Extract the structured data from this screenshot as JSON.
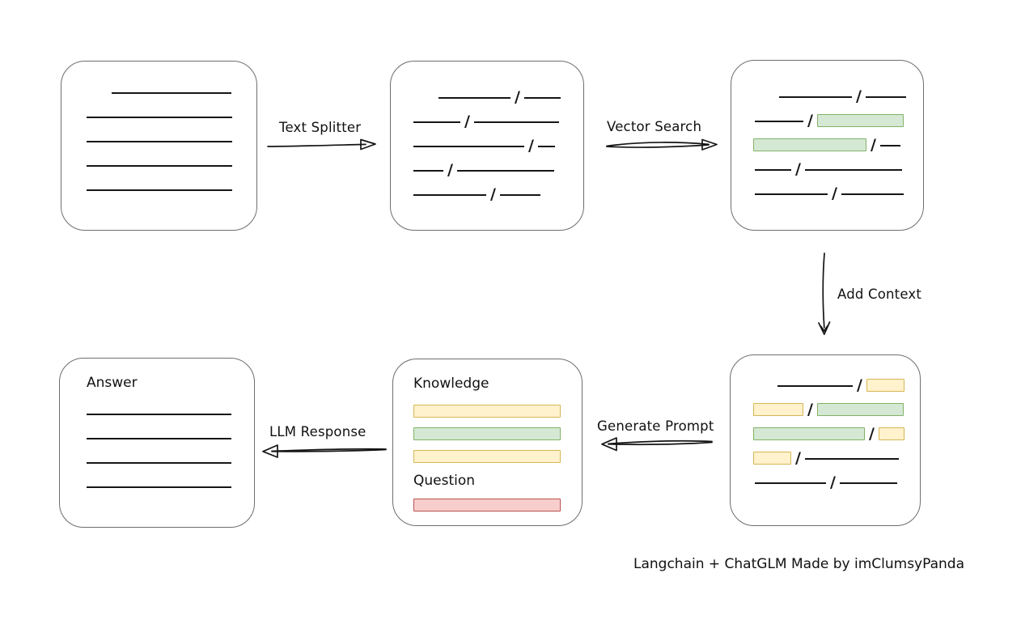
{
  "colors": {
    "green_fill": "#d5e8d4",
    "green_stroke": "#82b366",
    "yellow_fill": "#fff2cc",
    "yellow_stroke": "#d6b656",
    "red_fill": "#f8cecc",
    "red_stroke": "#b85450",
    "box_border": "#6e6e6e",
    "ink": "#161616"
  },
  "labels": {
    "text_splitter": "Text Splitter",
    "vector_search": "Vector Search",
    "add_context": "Add Context",
    "generate_prompt": "Generate Prompt",
    "llm_response": "LLM Response",
    "knowledge": "Knowledge",
    "question": "Question",
    "answer": "Answer",
    "caption": "Langchain + ChatGLM Made by imClumsyPanda"
  },
  "boxes": {
    "document": {
      "rows": [
        [
          {
            "t": "gap",
            "w": 62
          },
          {
            "t": "line",
            "w": 148
          }
        ],
        [
          {
            "t": "gap",
            "w": 31
          },
          {
            "t": "line",
            "w": 180
          }
        ],
        [
          {
            "t": "gap",
            "w": 31
          },
          {
            "t": "line",
            "w": 180
          }
        ],
        [
          {
            "t": "gap",
            "w": 31
          },
          {
            "t": "line",
            "w": 180
          }
        ],
        [
          {
            "t": "gap",
            "w": 31
          },
          {
            "t": "line",
            "w": 180
          }
        ]
      ]
    },
    "chunks": {
      "rows": [
        [
          {
            "t": "gap",
            "w": 59
          },
          {
            "t": "line",
            "w": 89
          },
          {
            "t": "slash"
          },
          {
            "t": "line",
            "w": 45
          }
        ],
        [
          {
            "t": "gap",
            "w": 28
          },
          {
            "t": "line",
            "w": 58
          },
          {
            "t": "slash"
          },
          {
            "t": "line",
            "w": 105
          }
        ],
        [
          {
            "t": "gap",
            "w": 28
          },
          {
            "t": "line",
            "w": 137
          },
          {
            "t": "slash"
          },
          {
            "t": "line",
            "w": 21
          }
        ],
        [
          {
            "t": "gap",
            "w": 28
          },
          {
            "t": "line",
            "w": 37
          },
          {
            "t": "slash"
          },
          {
            "t": "line",
            "w": 120
          }
        ],
        [
          {
            "t": "gap",
            "w": 28
          },
          {
            "t": "line",
            "w": 90
          },
          {
            "t": "slash"
          },
          {
            "t": "line",
            "w": 50
          }
        ]
      ]
    },
    "vector": {
      "rows": [
        [
          {
            "t": "gap",
            "w": 59
          },
          {
            "t": "line",
            "w": 90
          },
          {
            "t": "slash"
          },
          {
            "t": "line",
            "w": 50
          }
        ],
        [
          {
            "t": "gap",
            "w": 29
          },
          {
            "t": "line",
            "w": 60
          },
          {
            "t": "slash"
          },
          {
            "t": "green",
            "w": 107
          }
        ],
        [
          {
            "t": "gap",
            "w": 27
          },
          {
            "t": "green",
            "w": 140
          },
          {
            "t": "slash"
          },
          {
            "t": "line",
            "w": 25
          }
        ],
        [
          {
            "t": "gap",
            "w": 29
          },
          {
            "t": "line",
            "w": 45
          },
          {
            "t": "slash"
          },
          {
            "t": "line",
            "w": 120
          }
        ],
        [
          {
            "t": "gap",
            "w": 29
          },
          {
            "t": "line",
            "w": 90
          },
          {
            "t": "slash"
          },
          {
            "t": "line",
            "w": 77
          }
        ]
      ]
    },
    "context": {
      "rows": [
        [
          {
            "t": "gap",
            "w": 58
          },
          {
            "t": "line",
            "w": 93
          },
          {
            "t": "slash"
          },
          {
            "t": "yellow",
            "w": 47
          }
        ],
        [
          {
            "t": "gap",
            "w": 28
          },
          {
            "t": "yellow",
            "w": 62
          },
          {
            "t": "slash"
          },
          {
            "t": "green",
            "w": 107
          }
        ],
        [
          {
            "t": "gap",
            "w": 28
          },
          {
            "t": "green",
            "w": 138
          },
          {
            "t": "slash"
          },
          {
            "t": "yellow",
            "w": 32
          }
        ],
        [
          {
            "t": "gap",
            "w": 28
          },
          {
            "t": "yellow",
            "w": 47
          },
          {
            "t": "slash"
          },
          {
            "t": "line",
            "w": 116
          }
        ],
        [
          {
            "t": "gap",
            "w": 30
          },
          {
            "t": "line",
            "w": 88
          },
          {
            "t": "slash"
          },
          {
            "t": "line",
            "w": 71
          }
        ]
      ]
    },
    "prompt_knowledge": {
      "rows": [
        [
          {
            "t": "yellow",
            "w": 182
          }
        ],
        [
          {
            "t": "green",
            "w": 182
          }
        ],
        [
          {
            "t": "yellow",
            "w": 182
          }
        ]
      ]
    },
    "prompt_question": {
      "rows": [
        [
          {
            "t": "red",
            "w": 182
          }
        ]
      ]
    },
    "answer": {
      "rows": [
        [
          {
            "t": "gap",
            "w": 33
          },
          {
            "t": "line",
            "w": 179
          }
        ],
        [
          {
            "t": "gap",
            "w": 33
          },
          {
            "t": "line",
            "w": 179
          }
        ],
        [
          {
            "t": "gap",
            "w": 33
          },
          {
            "t": "line",
            "w": 179
          }
        ],
        [
          {
            "t": "gap",
            "w": 33
          },
          {
            "t": "line",
            "w": 179
          }
        ]
      ]
    }
  }
}
